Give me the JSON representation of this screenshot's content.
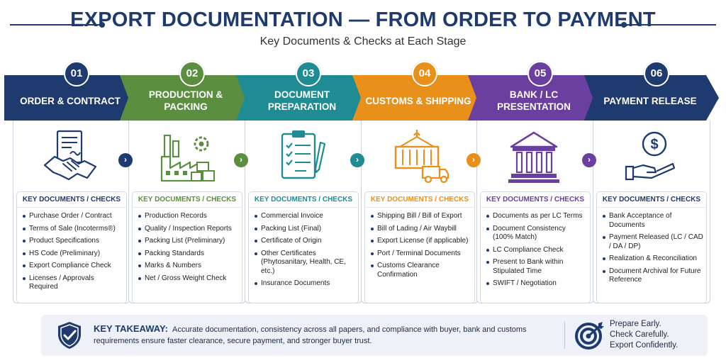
{
  "header": {
    "title": "EXPORT DOCUMENTATION — FROM ORDER TO PAYMENT",
    "subtitle": "Key Documents & Checks at Each Stage"
  },
  "colors": {
    "navy": "#1e3a6e",
    "green": "#5b8f3f",
    "teal": "#1f8c93",
    "orange": "#e9901a",
    "purple": "#6b3fa0"
  },
  "stages": [
    {
      "num": "01",
      "title": "ORDER & CONTRACT",
      "color": "#1e3a6e",
      "icon": "handshake-contract-icon",
      "check_head": "KEY DOCUMENTS / CHECKS",
      "items": [
        "Purchase Order / Contract",
        "Terms of Sale (Incoterms®)",
        "Product Specifications",
        "HS Code (Preliminary)",
        "Export Compliance Check",
        "Licenses / Approvals Required"
      ]
    },
    {
      "num": "02",
      "title": "PRODUCTION & PACKING",
      "color": "#5b8f3f",
      "icon": "factory-icon",
      "check_head": "KEY DOCUMENTS / CHECKS",
      "items": [
        "Production Records",
        "Quality / Inspection Reports",
        "Packing List (Preliminary)",
        "Packing Standards",
        "Marks & Numbers",
        "Net / Gross Weight Check"
      ]
    },
    {
      "num": "03",
      "title": "DOCUMENT PREPARATION",
      "color": "#1f8c93",
      "icon": "clipboard-checklist-icon",
      "check_head": "KEY DOCUMENTS / CHECKS",
      "items": [
        "Commercial Invoice",
        "Packing List (Final)",
        "Certificate of Origin",
        "Other Certificates (Phytosanitary, Health, CE, etc.)",
        "Insurance Documents"
      ]
    },
    {
      "num": "04",
      "title": "CUSTOMS & SHIPPING",
      "color": "#e9901a",
      "icon": "container-truck-icon",
      "check_head": "KEY DOCUMENTS / CHECKS",
      "items": [
        "Shipping Bill / Bill of Export",
        "Bill of Lading / Air Waybill",
        "Export License (if applicable)",
        "Port / Terminal Documents",
        "Customs Clearance Confirmation"
      ]
    },
    {
      "num": "05",
      "title": "BANK / LC PRESENTATION",
      "color": "#6b3fa0",
      "icon": "bank-icon",
      "check_head": "KEY DOCUMENTS / CHECKS",
      "items": [
        "Documents as per LC Terms",
        "Document Consistency (100% Match)",
        "LC Compliance Check",
        "Present to Bank within Stipulated Time",
        "SWIFT / Negotiation"
      ]
    },
    {
      "num": "06",
      "title": "PAYMENT RELEASE",
      "color": "#1e3a6e",
      "icon": "hand-dollar-icon",
      "check_head": "KEY DOCUMENTS / CHECKS",
      "items": [
        "Bank Acceptance of Documents",
        "Payment Released (LC / CAD / DA / DP)",
        "Realization & Reconciliation",
        "Document Archival for Future Reference"
      ]
    }
  ],
  "takeaway": {
    "label": "KEY TAKEAWAY:",
    "text": "Accurate documentation, consistency across all papers, and compliance with buyer, bank and customs requirements ensure faster clearance, secure payment, and stronger buyer trust.",
    "right": [
      "Prepare Early.",
      "Check Carefully.",
      "Export Confidently."
    ]
  }
}
